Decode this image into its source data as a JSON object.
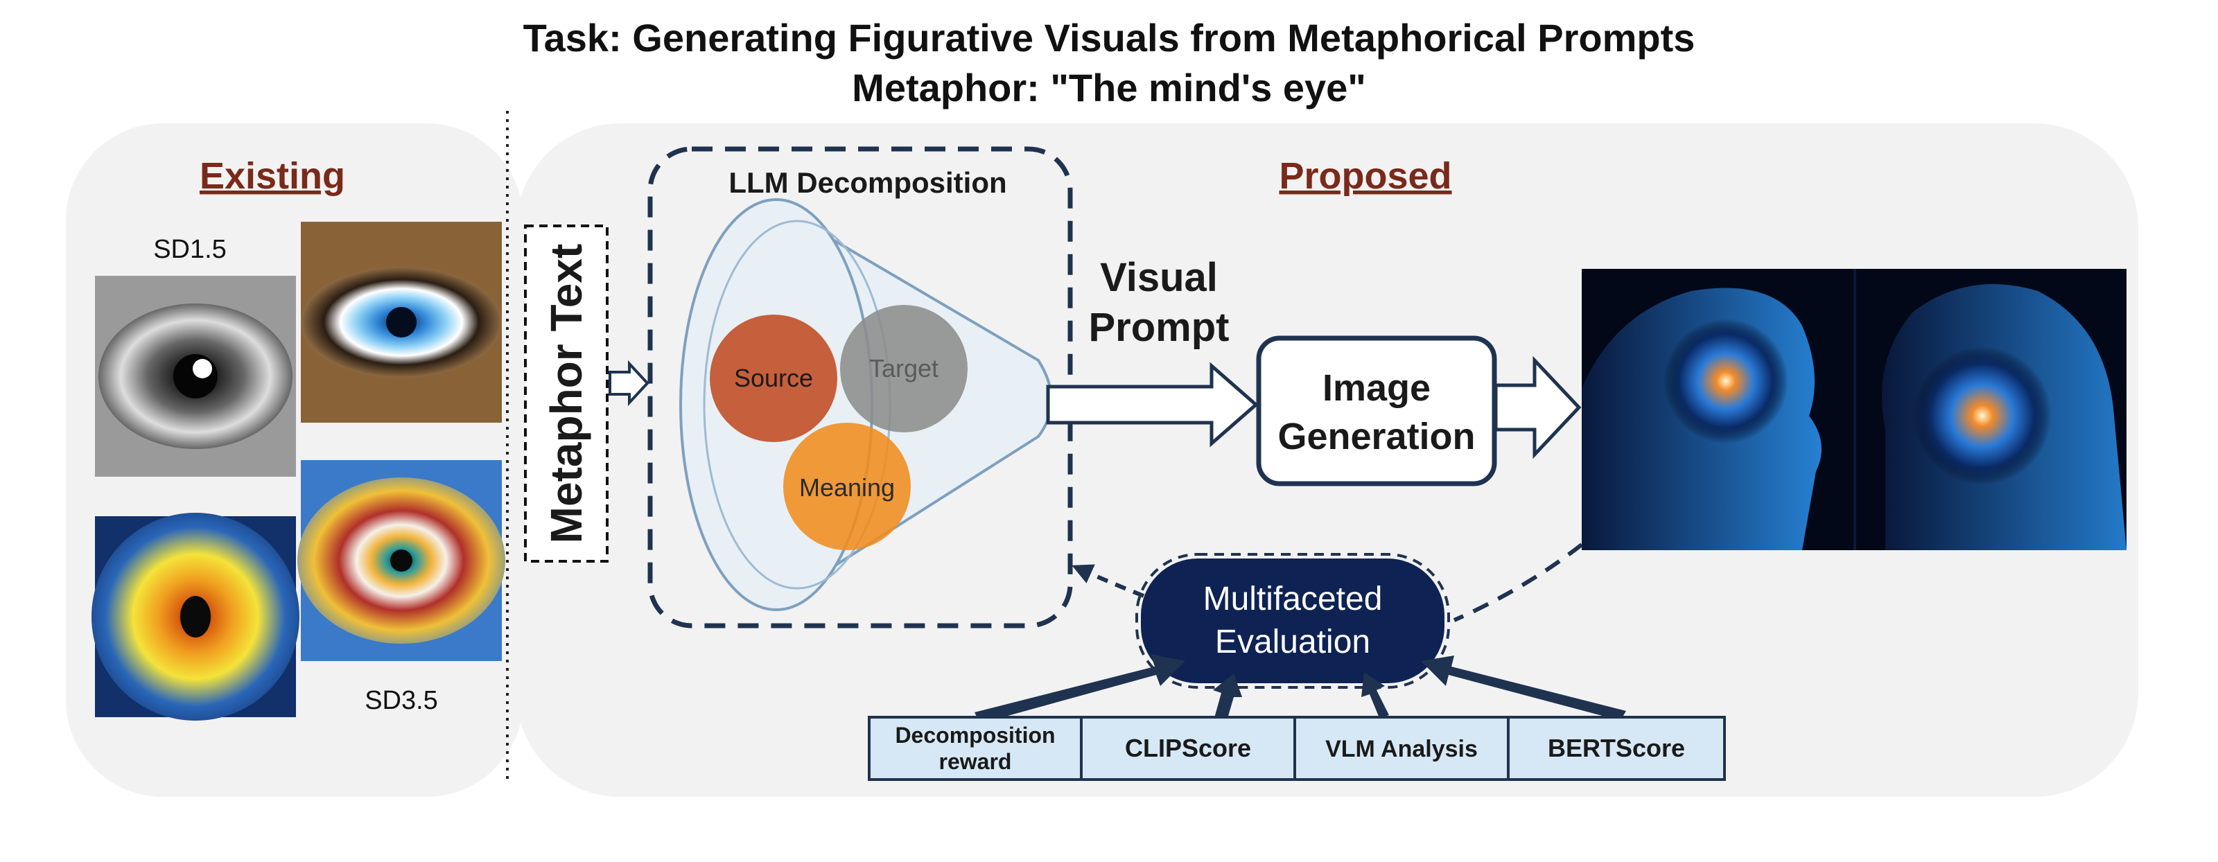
{
  "header": {
    "task": "Task: Generating Figurative Visuals from Metaphorical Prompts",
    "metaphor": "Metaphor: \"The mind's eye\""
  },
  "existing": {
    "heading": "Existing",
    "model_top": "SD1.5",
    "model_bottom": "SD3.5"
  },
  "proposed": {
    "heading": "Proposed",
    "metaphor_text": "Metaphor Text",
    "llm_title": "LLM Decomposition",
    "circles": {
      "source": "Source",
      "target": "Target",
      "meaning": "Meaning"
    },
    "visual_prompt_line1": "Visual",
    "visual_prompt_line2": "Prompt",
    "image_gen_line1": "Image",
    "image_gen_line2": "Generation",
    "eval_line1": "Multifaceted",
    "eval_line2": "Evaluation",
    "metrics": [
      {
        "line1": "Decomposition",
        "line2": "reward"
      },
      {
        "line1": "CLIPScore",
        "line2": ""
      },
      {
        "line1": "VLM Analysis",
        "line2": ""
      },
      {
        "line1": "BERTScore",
        "line2": ""
      }
    ]
  },
  "icons": {
    "sd15_eye_1": "grayscale-eye-image",
    "sd15_eye_2": "blue-eye-image",
    "sd35_eye_1": "yellow-iris-eye-image",
    "sd35_eye_2": "colorful-eye-image",
    "output": "cosmic-head-profiles-image"
  },
  "colors": {
    "navy": "#1f3350",
    "source": "#c2532b",
    "target": "#8c8c8c",
    "meaning": "#f08c1e",
    "heading": "#7a2a1a",
    "metric_fill": "#d6e8f5",
    "eval_fill": "#0e2353"
  }
}
